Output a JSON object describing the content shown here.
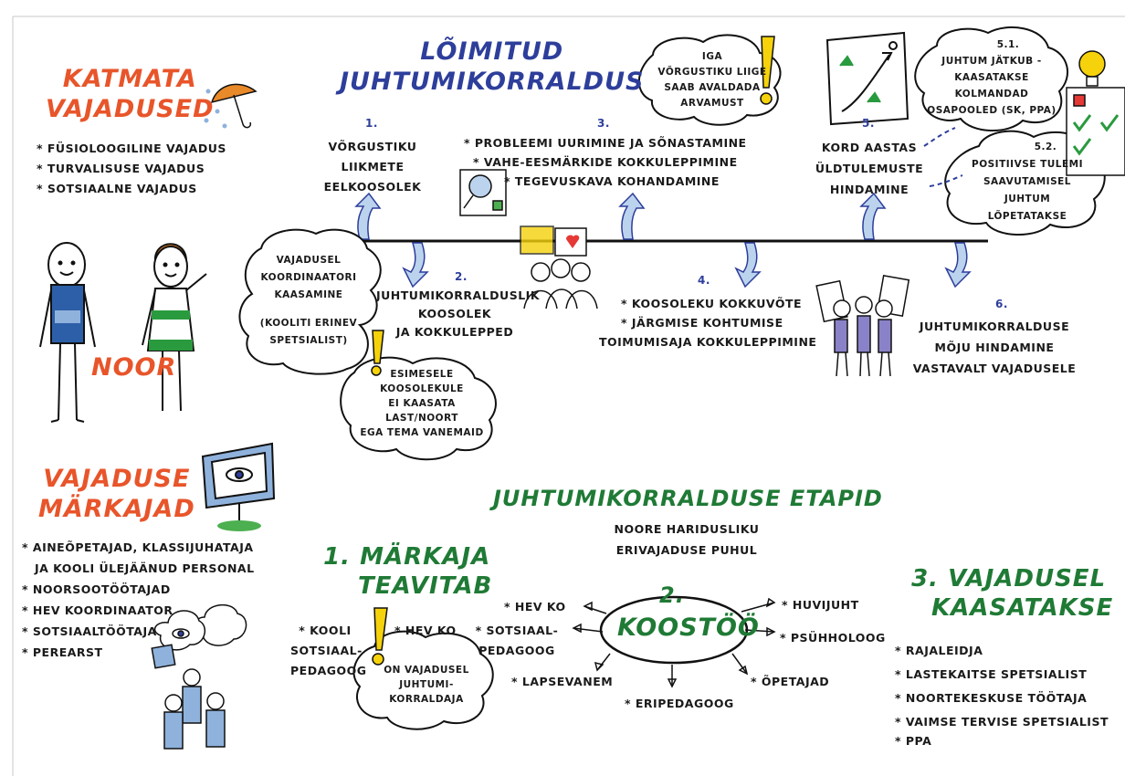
{
  "colors": {
    "orange": "#e8552a",
    "blue": "#2d3e9b",
    "green": "#1f7a35",
    "lightblue": "#8fb2dc",
    "yellow": "#f5d20b"
  },
  "titles": {
    "katmata": [
      "KATMATA",
      "VAJADUSED"
    ],
    "loimitud": [
      "LÕIMITUD",
      "JUHTUMIKORRALDUS"
    ],
    "noor": "NOOR",
    "markajad": [
      "VAJADUSE",
      "MÄRKAJAD"
    ],
    "etapid": "JUHTUMIKORRALDUSE ETAPID",
    "etapid_sub": [
      "NOORE HARIDUSLIKU",
      "ERIVAJADUSE PUHUL"
    ],
    "markaja_teavitab": [
      "1. MÄRKAJA",
      "TEAVITAB"
    ],
    "koostoo_num": "2.",
    "koostoo": "KOOSTÖÖ",
    "kaasatakse": [
      "3. VAJADUSEL",
      "KAASATAKSE"
    ]
  },
  "katmata_list": [
    "* FÜSIOLOOGILINE VAJADUS",
    "* TURVALISUSE VAJADUS",
    "* SOTSIAALNE VAJADUS"
  ],
  "steps": [
    {
      "num": "1.",
      "lines": [
        "VÕRGUSTIKU",
        "LIIKMETE",
        "EELKOOSOLEK"
      ]
    },
    {
      "num": "2.",
      "lines": [
        "JUHTUMIKORRALDUSLIK",
        "KOOSOLEK",
        "JA KOKKULEPPED"
      ]
    },
    {
      "num": "3.",
      "lines": [
        "* PROBLEEMI UURIMINE JA SÕNASTAMINE",
        "* VAHE-EESMÄRKIDE KOKKULEPPIMINE",
        "* TEGEVUSKAVA KOHANDAMINE"
      ]
    },
    {
      "num": "4.",
      "lines": [
        "* KOOSOLEKU KOKKUVÕTE",
        "* JÄRGMISE KOHTUMISE",
        "TOIMUMISAJA KOKKULEPPIMINE"
      ]
    },
    {
      "num": "5.",
      "lines": [
        "KORD AASTAS",
        "ÜLDTULEMUSTE",
        "HINDAMINE"
      ]
    },
    {
      "num": "6.",
      "lines": [
        "JUHTUMIKORRALDUSE",
        "MÕJU HINDAMINE",
        "VASTAVALT VAJADUSELE"
      ]
    }
  ],
  "clouds": {
    "iga": [
      "IGA",
      "VÕRGUSTIKU LIIGE",
      "SAAB AVALDADA",
      "ARVAMUST"
    ],
    "s51": [
      "5.1.",
      "JUHTUM JÄTKUB -",
      "KAASATAKSE",
      "KOLMANDAD",
      "OSAPOOLED (SK, PPA)"
    ],
    "s52": [
      "5.2.",
      "POSITIIVSE TULEMI",
      "SAAVUTAMISEL",
      "JUHTUM",
      "LÕPETATAKSE"
    ],
    "koordinaator": [
      "VAJADUSEL",
      "KOORDINAATORI",
      "KAASAMINE",
      "",
      "(KOOLITI ERINEV",
      "SPETSIALIST)"
    ],
    "esimesele": [
      "ESIMESELE",
      "KOOSOLEKULE",
      "EI KAASATA",
      "LAST/NOORT",
      "EGA TEMA VANEMAID"
    ],
    "hevko": [
      "ON VAJADUSEL",
      "JUHTUMI-",
      "KORRALDAJA"
    ]
  },
  "markajad_list": [
    "* AINEÕPETAJAD, KLASSIJUHATAJA",
    "JA KOOLI ÜLEJÄÄNUD PERSONAL",
    "* NOORSOOTÖÖTAJAD",
    "* HEV KOORDINAATOR",
    "* SOTSIAALTÖÖTAJA",
    "* PEREARST"
  ],
  "teavitab": {
    "kooli": [
      "* KOOLI",
      "SOTSIAAL-",
      "PEDAGOOG"
    ],
    "hev": "* HEV KO"
  },
  "koostoo_items": {
    "hevko": "* HEV KO",
    "sots": [
      "* SOTSIAAL-",
      "PEDAGOOG"
    ],
    "lapsevanem": "* LAPSEVANEM",
    "eripedagoog": "* ERIPEDAGOOG",
    "opetajad": "* ÕPETAJAD",
    "psuhholoog": "* PSÜHHOLOOG",
    "huvijuht": "* HUVIJUHT"
  },
  "kaasatakse_list": [
    "* RAJALEIDJA",
    "* LASTEKAITSE SPETSIALIST",
    "* NOORTEKESKUSE TÖÖTAJA",
    "* VAIMSE TERVISE SPETSIALIST",
    "* PPA"
  ]
}
